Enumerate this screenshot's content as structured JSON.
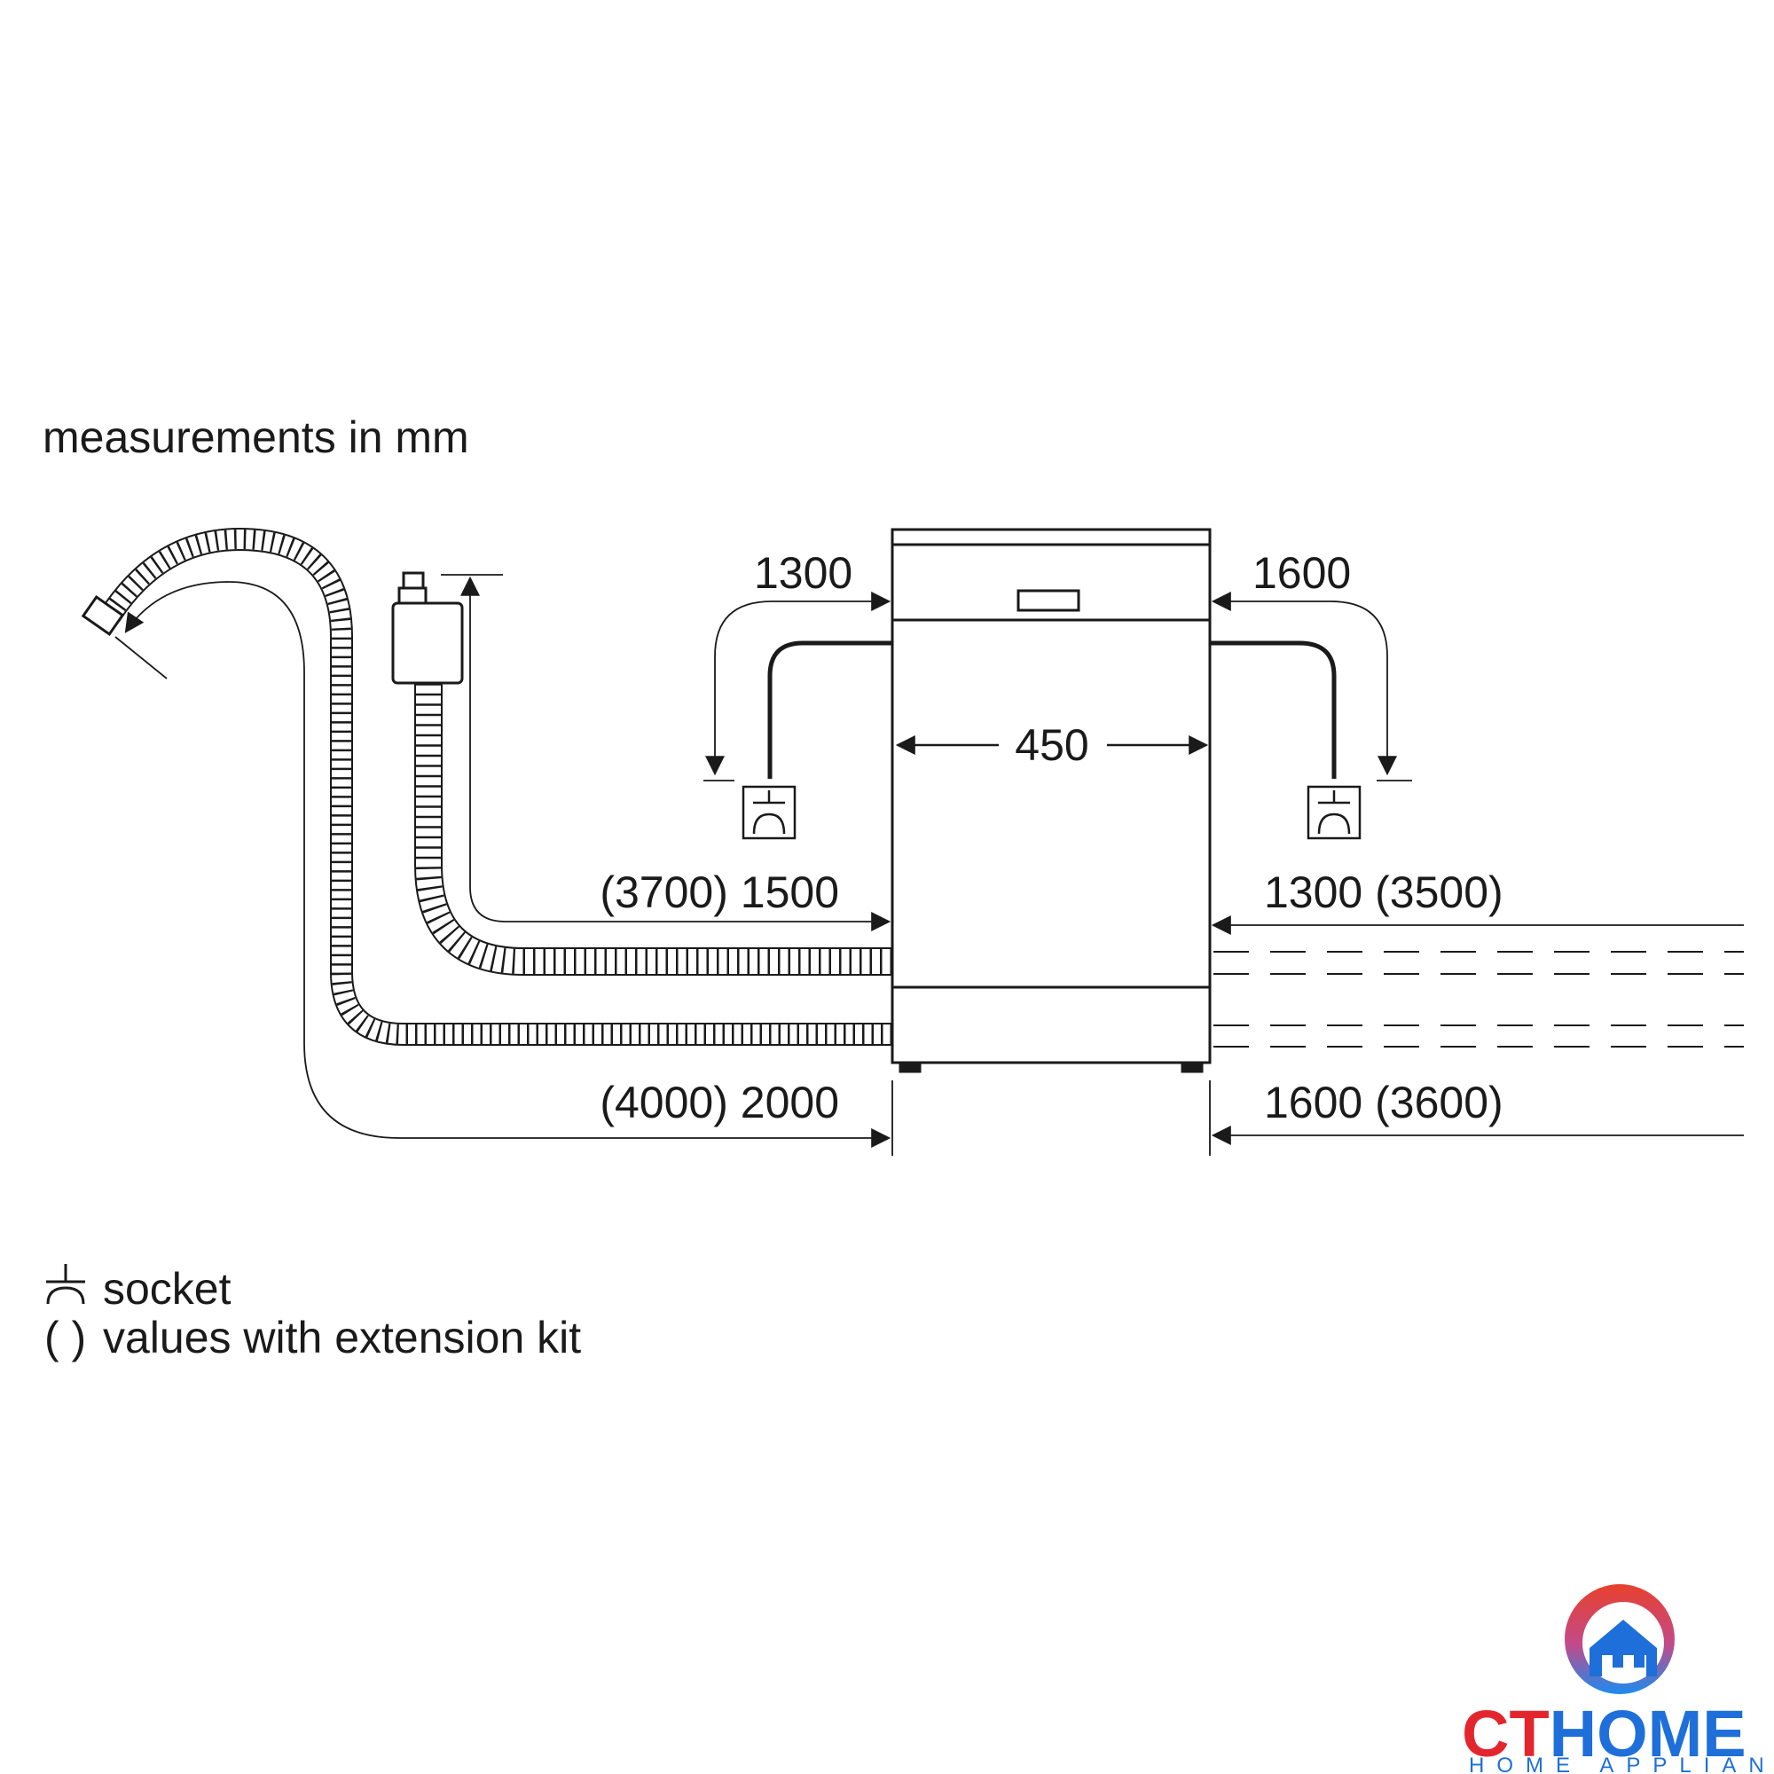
{
  "header": {
    "units_note": "measurements in mm"
  },
  "dimensions": {
    "width": "450",
    "power_cord_left": "1300",
    "power_cord_right": "1600",
    "inlet_hose_left": "(3700) 1500",
    "inlet_hose_right": "1300 (3500)",
    "drain_hose_left": "(4000) 2000",
    "drain_hose_right": "1600 (3600)"
  },
  "legend": {
    "socket_label": "socket",
    "parentheses_symbol": "( )",
    "parentheses_label": "values with extension kit"
  },
  "logo": {
    "wordmark_part1": "CT",
    "wordmark_part2": "HOME",
    "tagline": "HOME APPLIANCES",
    "colors": {
      "red": "#e3262e",
      "blue": "#1e6fd9",
      "gradient_top": "#e8412c",
      "gradient_bottom": "#1a8cf0"
    }
  },
  "colors": {
    "line": "#1a1a1a",
    "background": "#ffffff"
  }
}
